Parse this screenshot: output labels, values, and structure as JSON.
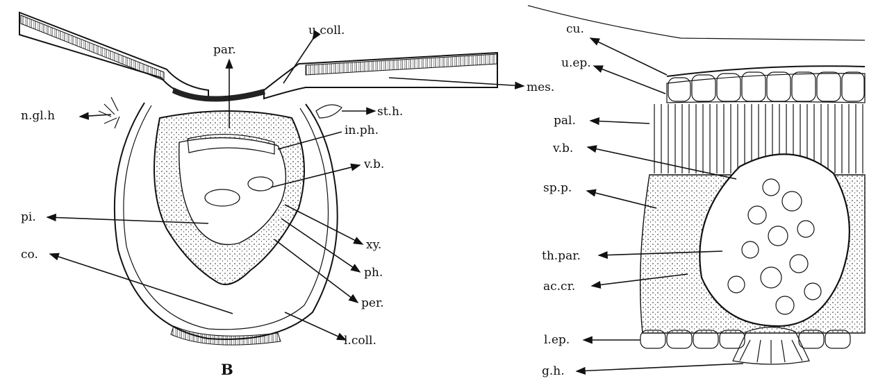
{
  "figure_label": "B",
  "left_labels": {
    "u_coll": "u.coll.",
    "par": "par.",
    "st_h": "st.h.",
    "n_gl_h": "n.gl.h",
    "in_ph": "in.ph.",
    "v_b": "v.b.",
    "pi": "pi.",
    "xy": "xy.",
    "co": "co.",
    "ph": "ph.",
    "per": "per.",
    "l_coll": "l.coll."
  },
  "right_labels": {
    "cu": "cu.",
    "u_ep": "u.ep.",
    "mes": "mes.",
    "pal": "pal.",
    "v_b": "v.b.",
    "sp_p": "sp.p.",
    "th_par": "th.par.",
    "ac_cr": "ac.cr.",
    "l_ep": "l.ep.",
    "g_h": "g.h."
  }
}
